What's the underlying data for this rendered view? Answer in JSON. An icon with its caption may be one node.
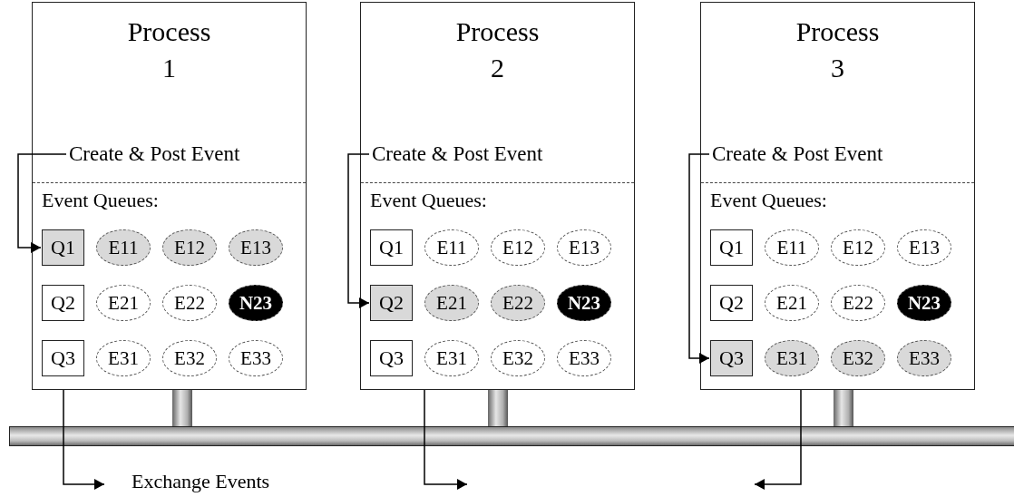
{
  "diagram": {
    "nodes": [
      {
        "text": [
          "Process 1",
          "Event Queues:"
        ]
      },
      {
        "text": [
          "Create & Post Event"
        ],
        "in": 0
      },
      {
        "text": [
          "Q1"
        ],
        "in": 0
      },
      {
        "text": [
          "E11"
        ],
        "in": 0
      },
      {
        "text": [
          "E12"
        ],
        "in": 0
      },
      {
        "text": [
          "E13"
        ],
        "in": 0
      },
      {
        "text": [
          "Q2"
        ],
        "in": 0
      },
      {
        "text": [
          "E21"
        ],
        "in": 0
      },
      {
        "text": [
          "E22"
        ],
        "in": 0
      },
      {
        "text": [
          "N23"
        ],
        "in": 0
      },
      {
        "text": [
          "Q3"
        ],
        "in": 0
      },
      {
        "text": [
          "E31"
        ],
        "in": 0
      },
      {
        "text": [
          "E32"
        ],
        "in": 0
      },
      {
        "text": [
          "E33"
        ],
        "in": 0
      },
      {
        "text": [
          "Process 2",
          "Event Queues:"
        ]
      },
      {
        "text": [
          "Create & Post Event"
        ],
        "in": 14
      },
      {
        "text": [
          "Q1"
        ],
        "in": 14
      },
      {
        "text": [
          "E11"
        ],
        "in": 14
      },
      {
        "text": [
          "E12"
        ],
        "in": 14
      },
      {
        "text": [
          "E13"
        ],
        "in": 14
      },
      {
        "text": [
          "Q2"
        ],
        "in": 14
      },
      {
        "text": [
          "E21"
        ],
        "in": 14
      },
      {
        "text": [
          "E22"
        ],
        "in": 14
      },
      {
        "text": [
          "N23"
        ],
        "in": 14
      },
      {
        "text": [
          "Q3"
        ],
        "in": 14
      },
      {
        "text": [
          "E31"
        ],
        "in": 14
      },
      {
        "text": [
          "E32"
        ],
        "in": 14
      },
      {
        "text": [
          "E33"
        ],
        "in": 14
      },
      {
        "text": [
          "Process 3",
          "Event Queues:"
        ]
      },
      {
        "text": [
          "Create & Post Event"
        ],
        "in": 28
      },
      {
        "text": [
          "Q1"
        ],
        "in": 28
      },
      {
        "text": [
          "E11"
        ],
        "in": 28
      },
      {
        "text": [
          "E12"
        ],
        "in": 28
      },
      {
        "text": [
          "E13"
        ],
        "in": 28
      },
      {
        "text": [
          "Q2"
        ],
        "in": 28
      },
      {
        "text": [
          "E21"
        ],
        "in": 28
      },
      {
        "text": [
          "E22"
        ],
        "in": 28
      },
      {
        "text": [
          "N23"
        ],
        "in": 28
      },
      {
        "text": [
          "Q3"
        ],
        "in": 28
      },
      {
        "text": [
          "E31"
        ],
        "in": 28
      },
      {
        "text": [
          "E32"
        ],
        "in": 28
      },
      {
        "text": [
          "E33"
        ],
        "in": 28
      },
      {
        "text": [],
        "shape": "cylinder"
      }
    ],
    "edges": [
      {
        "from": 1,
        "to": 2,
        "arrow": "to"
      },
      {
        "from": 0,
        "to": null,
        "arrow": "to"
      },
      {
        "from": 0,
        "to": 42,
        "arrow": "none",
        "style": "thick"
      },
      {
        "from": 15,
        "to": 20,
        "arrow": "to"
      },
      {
        "from": 14,
        "to": null,
        "arrow": "to"
      },
      {
        "from": 14,
        "to": 42,
        "arrow": "none",
        "style": "thick"
      },
      {
        "from": 29,
        "to": 38,
        "arrow": "to"
      },
      {
        "from": 28,
        "to": null,
        "arrow": "to"
      },
      {
        "from": 28,
        "to": 42,
        "arrow": "none",
        "style": "thick"
      }
    ],
    "labels": [
      "Exchange Events"
    ]
  }
}
